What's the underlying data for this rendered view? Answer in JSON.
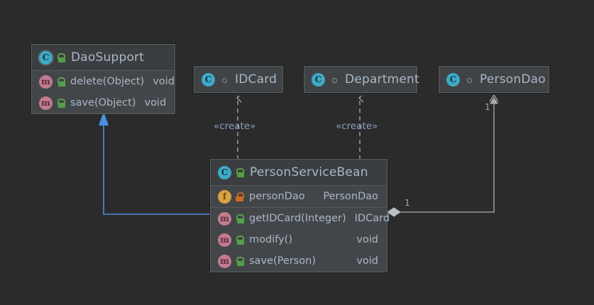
{
  "diagram": {
    "type": "uml-class-diagram",
    "background_color": "#2b2b2b",
    "text_color": "#a9b7c6",
    "edge_color": "#a7adb0",
    "highlight_color": "#4a90e2"
  },
  "nodes": {
    "dao_support": {
      "name": "DaoSupport",
      "class_icon": "class-icon",
      "visibility_icon": "public-unlocked-icon",
      "members": [
        {
          "icon": "method-icon",
          "visibility_icon": "public-unlocked-icon",
          "name": "delete(Object)",
          "type": "void"
        },
        {
          "icon": "method-icon",
          "visibility_icon": "public-unlocked-icon",
          "name": "save(Object)",
          "type": "void"
        }
      ]
    },
    "id_card": {
      "name": "IDCard",
      "class_icon": "class-icon",
      "visibility_icon": "public-dot-icon",
      "members": []
    },
    "department": {
      "name": "Department",
      "class_icon": "class-icon",
      "visibility_icon": "public-dot-icon",
      "members": []
    },
    "person_dao": {
      "name": "PersonDao",
      "class_icon": "class-icon",
      "visibility_icon": "public-dot-icon",
      "members": []
    },
    "person_service_bean": {
      "name": "PersonServiceBean",
      "class_icon": "class-icon",
      "visibility_icon": "public-unlocked-icon",
      "fields": [
        {
          "icon": "field-icon",
          "visibility_icon": "private-locked-icon",
          "name": "personDao",
          "type": "PersonDao"
        }
      ],
      "methods": [
        {
          "icon": "method-icon",
          "visibility_icon": "public-unlocked-icon",
          "name": "getIDCard(Integer)",
          "type": "IDCard"
        },
        {
          "icon": "method-icon",
          "visibility_icon": "public-unlocked-icon",
          "name": "modify()",
          "type": "void"
        },
        {
          "icon": "method-icon",
          "visibility_icon": "public-unlocked-icon",
          "name": "save(Person)",
          "type": "void"
        }
      ]
    }
  },
  "edges": {
    "inheritance": {
      "from": "PersonServiceBean",
      "to": "DaoSupport",
      "style": "solid",
      "arrow": "filled-triangle",
      "color": "#4a90e2",
      "label": ""
    },
    "create_idcard": {
      "from": "PersonServiceBean",
      "to": "IDCard",
      "style": "dashed",
      "arrow": "open-arrow",
      "label": "«create»"
    },
    "create_department": {
      "from": "PersonServiceBean",
      "to": "Department",
      "style": "dashed",
      "arrow": "open-arrow",
      "label": "«create»"
    },
    "aggregation_persondao": {
      "from": "PersonServiceBean",
      "to": "PersonDao",
      "style": "solid",
      "arrow": "hollow-diamond",
      "source_multiplicity": "1",
      "target_multiplicity": "1"
    }
  }
}
